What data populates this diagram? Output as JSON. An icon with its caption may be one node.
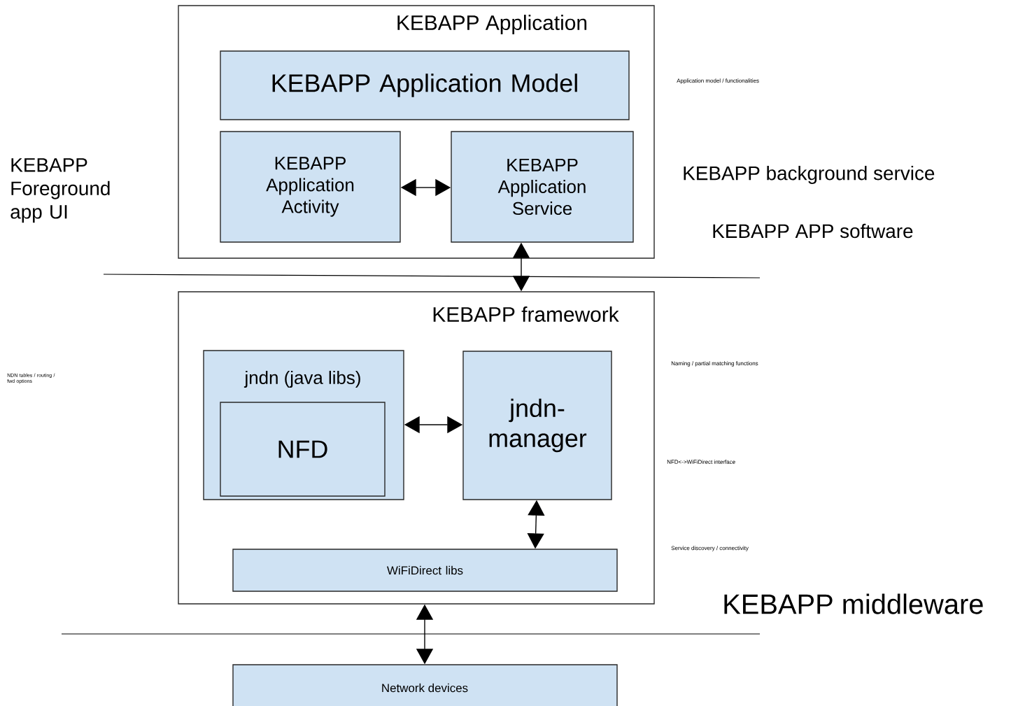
{
  "diagram": {
    "nodes": [
      {
        "text": [
          "KEBAPP Application"
        ]
      },
      {
        "text": [
          "KEBAPP Application Model"
        ],
        "in": 0
      },
      {
        "text": [
          "KEBAPP Application Activity"
        ],
        "in": 0
      },
      {
        "text": [
          "KEBAPP Application Service"
        ],
        "in": 0
      },
      {
        "text": [
          "KEBAPP framework"
        ]
      },
      {
        "text": [
          "jndn (java libs)"
        ],
        "in": 4
      },
      {
        "text": [
          "NFD"
        ],
        "in": 5
      },
      {
        "text": [
          "jndn-manager"
        ],
        "in": 4
      },
      {
        "text": [
          "WiFiDirect libs"
        ],
        "in": 4
      },
      {
        "text": [
          "Network devices"
        ]
      }
    ],
    "edges": [
      {
        "from": 2,
        "to": 3,
        "arrow": "both"
      },
      {
        "from": 3,
        "to": 4,
        "arrow": "both"
      },
      {
        "from": 5,
        "to": 7,
        "arrow": "both"
      },
      {
        "from": 7,
        "to": 8,
        "arrow": "both"
      },
      {
        "from": 4,
        "to": 9,
        "arrow": "both"
      }
    ],
    "labels": [
      "Application model / functionalities",
      "KEBAPP Foreground app UI",
      "KEBAPP background service",
      "KEBAPP APP software",
      "NDN tables / routing / fwd options",
      "Naming / partial matching functions",
      "NFD<->WiFiDirect interface",
      "Service discovery / connectivity",
      "KEBAPP middleware"
    ]
  }
}
